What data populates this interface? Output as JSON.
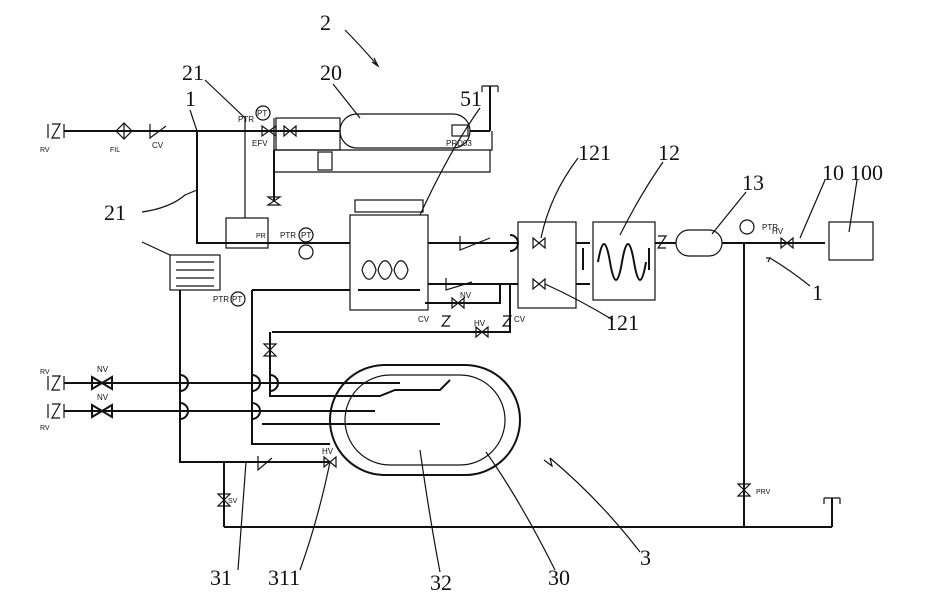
{
  "refs": {
    "r1_top": "1",
    "r1_right": "1",
    "r2": "2",
    "r3": "3",
    "r10": "10",
    "r100": "100",
    "r12": "12",
    "r13": "13",
    "r20": "20",
    "r21_top": "21",
    "r21_left": "21",
    "r30": "30",
    "r31": "31",
    "r311": "311",
    "r32": "32",
    "r51": "51",
    "r121_top": "121",
    "r121_bottom": "121"
  },
  "tags": {
    "ptr": "PTR",
    "pt": "PT",
    "efv": "EFV",
    "prd": "PRD03",
    "cv": "CV",
    "nv": "NV",
    "hv": "HV",
    "prv": "PRV",
    "fil": "FIL",
    "rv": "RV",
    "sv": "SV",
    "pr": "PR"
  }
}
